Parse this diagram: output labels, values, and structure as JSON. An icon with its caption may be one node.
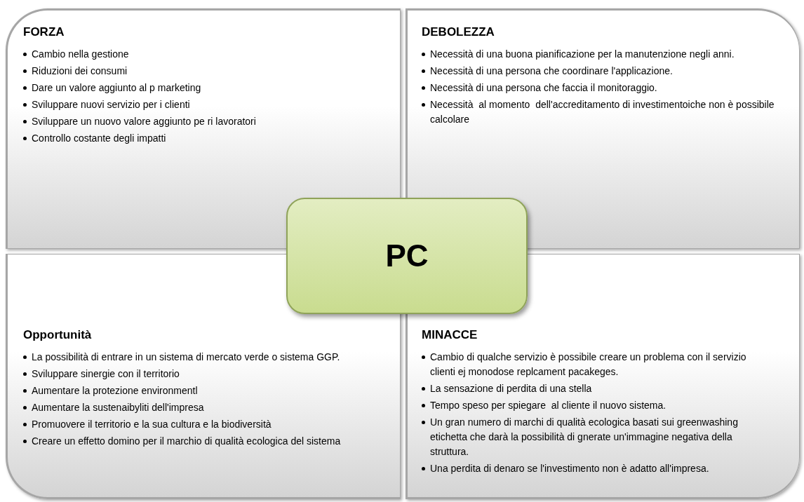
{
  "diagram": {
    "nodes": [
      {
        "text": [
          "FORZA",
          "Cambio nella gestione",
          "Riduzioni dei consumi",
          "Dare un valore aggiunto al p marketing",
          "Sviluppare nuovi servizio per i clienti",
          "Sviluppare un nuovo valore aggiunto pe ri lavoratori",
          "Controllo costante degli impatti"
        ]
      },
      {
        "text": [
          "DEBOLEZZA",
          "Necessità di una buona pianificazione per la manutenzione negli anni.",
          "Necessità di una persona che coordinare l'applicazione.",
          "Necessità di una persona che faccia il monitoraggio.",
          "Necessità  al momento  dell'accreditamento di investimentoiche non è possibile calcolare"
        ]
      },
      {
        "text": [
          "Opportunità",
          "La possibilità di entrare in un sistema di mercato verde o sistema GGP.",
          "Sviluppare sinergie con il territorio",
          "Aumentare la protezione environmentl",
          "Aumentare la sustenaibyliti dell'impresa",
          "Promuovere il territorio e la sua cultura e la biodiversità",
          "Creare un effetto domino per il marchio di qualità ecologica del sistema"
        ]
      },
      {
        "text": [
          "MINACCE",
          "Cambio di qualche servizio è possibile creare un problema con il servizio clienti ej monodose replcament pacakeges.",
          "La sensazione di perdita di una stella",
          "Tempo speso per spiegare  al cliente il nuovo sistema.",
          "Un gran numero di marchi di qualità ecologica basati sui greenwashing etichetta che darà la possibilità di gnerate un'immagine negativa della struttura.",
          "Una perdita di denaro se l'investimento non è adatto all'impresa."
        ]
      },
      {
        "text": [
          "PC"
        ]
      }
    ]
  }
}
